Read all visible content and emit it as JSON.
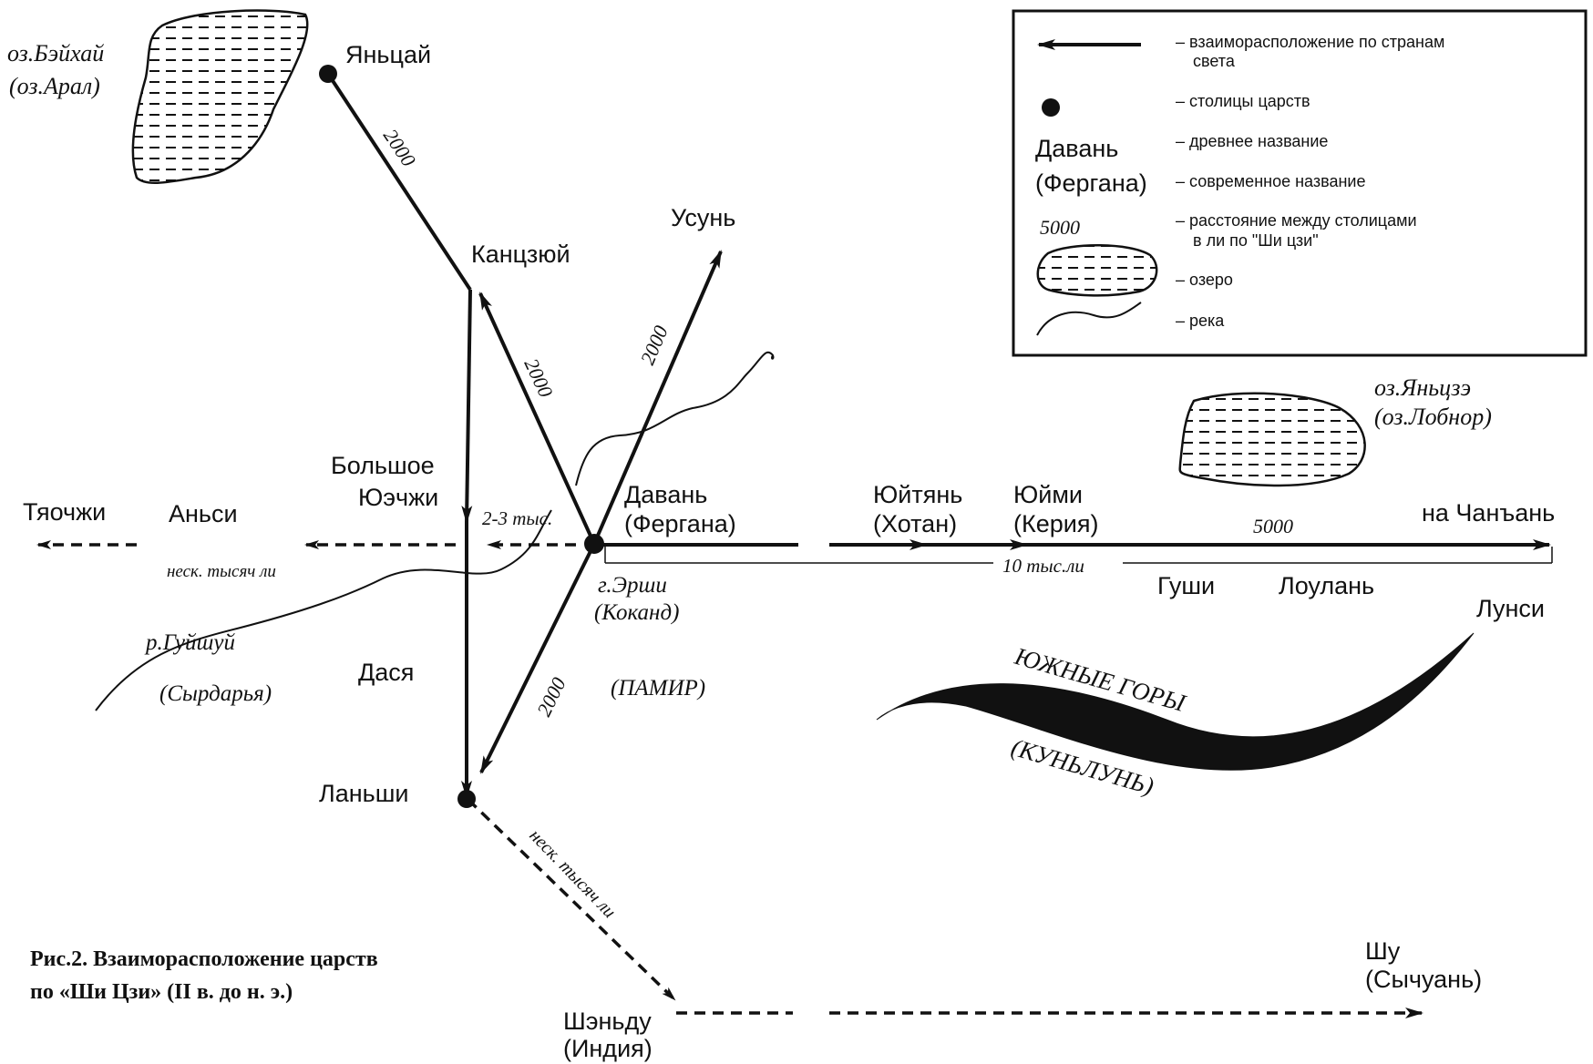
{
  "places": {
    "yantsai": "Яньцай",
    "kantszyui": "Канцзюй",
    "usun": "Усунь",
    "big_yuezhi_1": "Большое",
    "big_yuezhi_2": "Юэчжи",
    "tiaozhi": "Тяочжи",
    "ansi": "Аньси",
    "davan": "Давань",
    "fergana": "(Фергана)",
    "yuitian": "Юйтянь",
    "khotan": "(Хотан)",
    "yuimi": "Юйми",
    "keria": "(Керия)",
    "to_changan": "на Чанъань",
    "gushi": "Гуши",
    "loulan": "Лоулань",
    "lunsi": "Лунси",
    "dasia": "Дася",
    "lanshi": "Ланьши",
    "shendu": "Шэньду",
    "india": "(Индия)",
    "shu": "Шу",
    "sichuan": "(Сычуань)"
  },
  "italic_labels": {
    "lake_beihai": "оз.Бэйхай",
    "lake_aral": "(оз.Арал)",
    "lake_yantsze": "оз.Яньцзэ",
    "lake_lobnor": "(оз.Лобнор)",
    "ershi": "г.Эрши",
    "kokand": "(Коканд)",
    "river_guishui": "р.Гуйшуй",
    "syrdarya": "(Сырдарья)",
    "pamir": "(ПАМИР)",
    "south_mountains": "ЮЖНЫЕ ГОРЫ",
    "kunlun": "(КУНЬЛУНЬ)"
  },
  "distances": {
    "yantsai_kantszyui": "2000",
    "davan_kantszyui": "2000",
    "davan_usun": "2000",
    "davan_lanshi": "2000",
    "davan_yuezhi": "2-3 тыс.",
    "west_several": "неск. тысяч ли",
    "east_total": "10 тыс.ли",
    "east_5000": "5000",
    "lanshi_shendu": "неск. тысяч ли"
  },
  "legend": {
    "arrow_desc_1": "– взаиморасположение по странам",
    "arrow_desc_2": "света",
    "capital_desc": "– столицы царств",
    "ancient_example": "Давань",
    "ancient_desc": "– древнее название",
    "modern_example": "(Фергана)",
    "modern_desc": "– современное название",
    "distance_example": "5000",
    "distance_desc_1": "– расстояние между столицами",
    "distance_desc_2": "в ли по \"Ши цзи\"",
    "lake_desc": "– озеро",
    "river_desc": "– река"
  },
  "caption": {
    "line1": "Рис.2. Взаиморасположение царств",
    "line2": "по «Ши Цзи» (II в. до н. э.)"
  },
  "colors": {
    "ink": "#111111",
    "paper": "#ffffff"
  }
}
